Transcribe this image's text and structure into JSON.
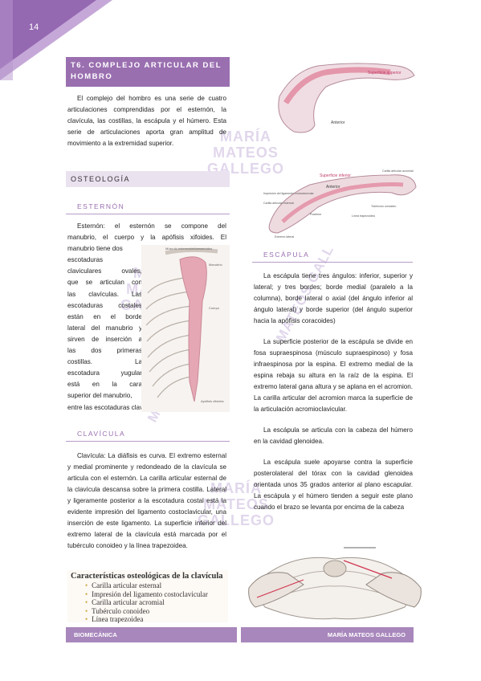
{
  "header": {
    "page_number": "14"
  },
  "title": {
    "line1": "T6.  COMPLEJO  ARTICULAR  DEL",
    "line2": "HOMBRO"
  },
  "intro": "El complejo del hombro es una serie de cuatro articulaciones comprendidas por el esternón, la clavícula, las costillas, la escápula y el húmero. Esta serie de articulaciones aporta gran amplitud de movimiento a la extremidad superior.",
  "osteologia": {
    "label": "OSTEOLOGÍA"
  },
  "esternon": {
    "heading": "ESTERNÓN",
    "text_lines": [
      "Esternón: el esternón se compone del",
      "manubrio, el cuerpo y la apófisis xifoides. El",
      "manubrio tiene dos",
      "escotaduras",
      "claviculares ovales,",
      "que se articulan con",
      "las clavículas. Las",
      "escotaduras costales",
      "están en el borde",
      "lateral del manubrio y",
      "sirven de inserción a",
      "las dos primeras",
      "costillas. La",
      "escotadura yugular",
      "está en la cara",
      "superior del manubrio,",
      "entre las escotaduras claviculares."
    ]
  },
  "clavicula": {
    "heading": "CLAVÍCULA",
    "text": "Clavícula: La diáfisis es curva. El extremo esternal y medial prominente y redondeado de la clavícula se articula con el esternón. La carilla articular esternal de la clavícula descansa sobre la primera costilla. Lateral y ligeramente posterior a la escotadura costal está la evidente impresión del ligamento costoclavicular, una inserción de este ligamento. La superficie inferior del extremo lateral de la clavícula está marcada por el tubérculo conoideo y la línea trapezoidea.",
    "box_title": "Características osteológicas de la clavícula",
    "box_items": [
      "Carilla articular esternal",
      "Impresión del ligamento costoclavicular",
      "Carilla articular acromial",
      "Tubérculo conoideo",
      "Línea trapezoidea"
    ]
  },
  "escapula": {
    "heading": "ESCÁPULA",
    "p1": "La escápula tiene tres ángulos: inferior, superior y lateral; y tres bordes; borde medial (paralelo a la columna), borde lateral o axial (del ángulo inferior al ángulo lateral) y borde superior (del ángulo superior hacia la apófisis coracoides)",
    "p2": "La superficie posterior de la escápula se divide en fosa supraespinosa (músculo supraespinoso) y fosa infraespinosa por la espina. El extremo medial de la espina rebaja su altura en la raíz de la espina. El extremo lateral gana altura y se aplana en el acromion. La carilla articular del acromion marca la superficie de la articulación acromioclavicular.",
    "p3": "La escápula se articula con la cabeza del húmero en la cavidad glenoidea.",
    "p4": "La escápula suele apoyarse contra la superficie posterolateral del tórax con la cavidad glenoidea orientada unos 35 grados anterior al plano escapular. La escápula y el húmero tienden a seguir este plano cuando el brazo se levanta por encima de la cabeza"
  },
  "figure_labels": {
    "sup_superior": "Superficie superior",
    "anterior_a": "Anterior",
    "sup_inferior": "Superficie inferior",
    "anterior_b": "Anterior",
    "carilla_acromial": "Carilla articular acromial",
    "impresion_lig": "Impresión del ligamento costoclavicular",
    "carilla_esternal": "Carilla articular esternal",
    "posterior": "Posterior",
    "tuberculo": "Tubérculo conoideo",
    "linea": "Línea trapezoidea",
    "extremo": "Extremo lateral",
    "musculo_esterno": "Músculo esternocleidomastoideo",
    "manubrio_fig": "Manubrio",
    "cuerpo_fig": "Cuerpo",
    "xifoides_fig": "Apófisis xifoides"
  },
  "watermark": {
    "line1": "MARÍA",
    "line2": "MATEOS",
    "line3": "GALLEGO",
    "diag_a": "MARÍA",
    "diag_b": "MATEOS GALL"
  },
  "footer": {
    "left": "BIOMECÁNICA",
    "right": "MARÍA MATEOS GALLEGO"
  },
  "colors": {
    "accent": "#9a6fb0",
    "accent_light": "#ebe2f0",
    "footer": "#a887bc",
    "bone_pink": "#e6a7b5"
  }
}
